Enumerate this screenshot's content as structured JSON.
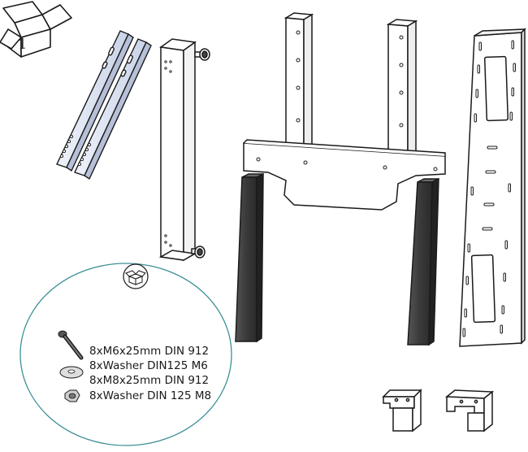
{
  "box": {
    "number": "1"
  },
  "hardware": [
    {
      "label": "8xM6x25mm DIN 912",
      "icon": "hex-socket-bolt-icon"
    },
    {
      "label": "8xWasher DIN125 M6",
      "icon": "washer-icon"
    },
    {
      "label": "8xM8x25mm DIN 912",
      "icon": "hex-socket-bolt-icon"
    },
    {
      "label": "8xWasher DIN 125 M8",
      "icon": "hex-nut-icon"
    }
  ],
  "colors": {
    "line": "#1a1a1a",
    "rail_fill": "#dde4f2",
    "leg_fill": "#3c3c3c",
    "circle_stroke": "#3d8f97"
  }
}
